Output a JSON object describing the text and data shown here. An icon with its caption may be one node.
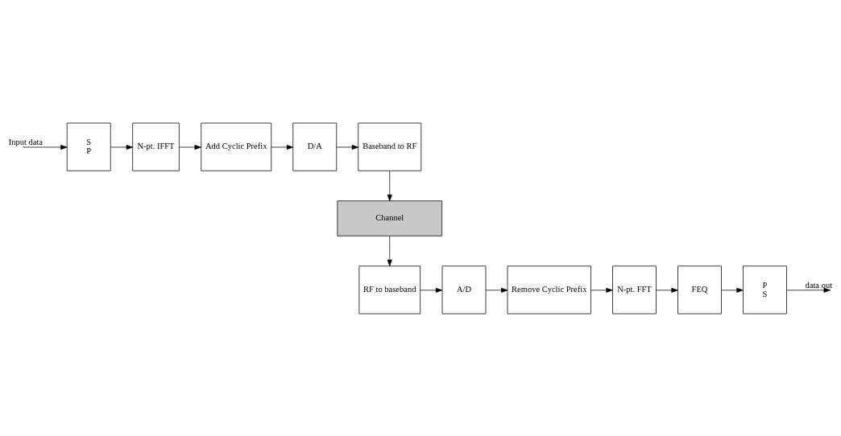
{
  "diagram": {
    "nodes": [
      {
        "text": [
          "S",
          "P"
        ]
      },
      {
        "text": [
          "N-pt. IFFT"
        ]
      },
      {
        "text": [
          "Add Cyclic Prefix"
        ]
      },
      {
        "text": [
          "D/A"
        ]
      },
      {
        "text": [
          "Baseband to RF"
        ]
      },
      {
        "text": [
          "Channel"
        ]
      },
      {
        "text": [
          "RF to baseband"
        ]
      },
      {
        "text": [
          "A/D"
        ]
      },
      {
        "text": [
          "Remove Cyclic Prefix"
        ]
      },
      {
        "text": [
          "N-pt. FFT"
        ]
      },
      {
        "text": [
          "FEQ"
        ]
      },
      {
        "text": [
          "P",
          "S"
        ]
      }
    ],
    "edges": [
      {
        "from": null,
        "to": 0,
        "arrow": "to",
        "label": "Input data"
      },
      {
        "from": 0,
        "to": 1,
        "arrow": "to"
      },
      {
        "from": 1,
        "to": 2,
        "arrow": "to"
      },
      {
        "from": 2,
        "to": 3,
        "arrow": "to"
      },
      {
        "from": 3,
        "to": 4,
        "arrow": "to"
      },
      {
        "from": 4,
        "to": 5,
        "arrow": "to"
      },
      {
        "from": 5,
        "to": 6,
        "arrow": "to"
      },
      {
        "from": 6,
        "to": 7,
        "arrow": "to"
      },
      {
        "from": 7,
        "to": 8,
        "arrow": "to"
      },
      {
        "from": 8,
        "to": 9,
        "arrow": "to"
      },
      {
        "from": 9,
        "to": 10,
        "arrow": "to"
      },
      {
        "from": 10,
        "to": 11,
        "arrow": "to"
      },
      {
        "from": 11,
        "to": null,
        "arrow": "to",
        "label": "data out"
      }
    ]
  }
}
